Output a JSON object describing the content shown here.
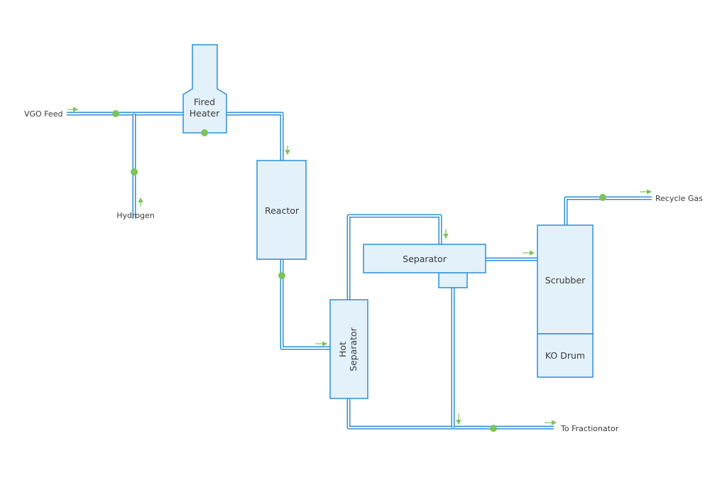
{
  "diagram": {
    "colors": {
      "pipe": "#2d8fd5",
      "vessel_fill": "#e3f1fa",
      "flow_indicator": "#7bc35a"
    },
    "streams": {
      "vgo_feed": "VGO Feed",
      "hydrogen": "Hydrogen",
      "recycle_gas": "Recycle Gas",
      "to_fractionator": "To Fractionator"
    },
    "equipment": {
      "fired_heater_line1": "Fired",
      "fired_heater_line2": "Heater",
      "reactor": "Reactor",
      "hot_separator_line1": "Hot",
      "hot_separator_line2": "Separator",
      "separator": "Separator",
      "scrubber": "Scrubber",
      "ko_drum": "KO Drum"
    }
  }
}
